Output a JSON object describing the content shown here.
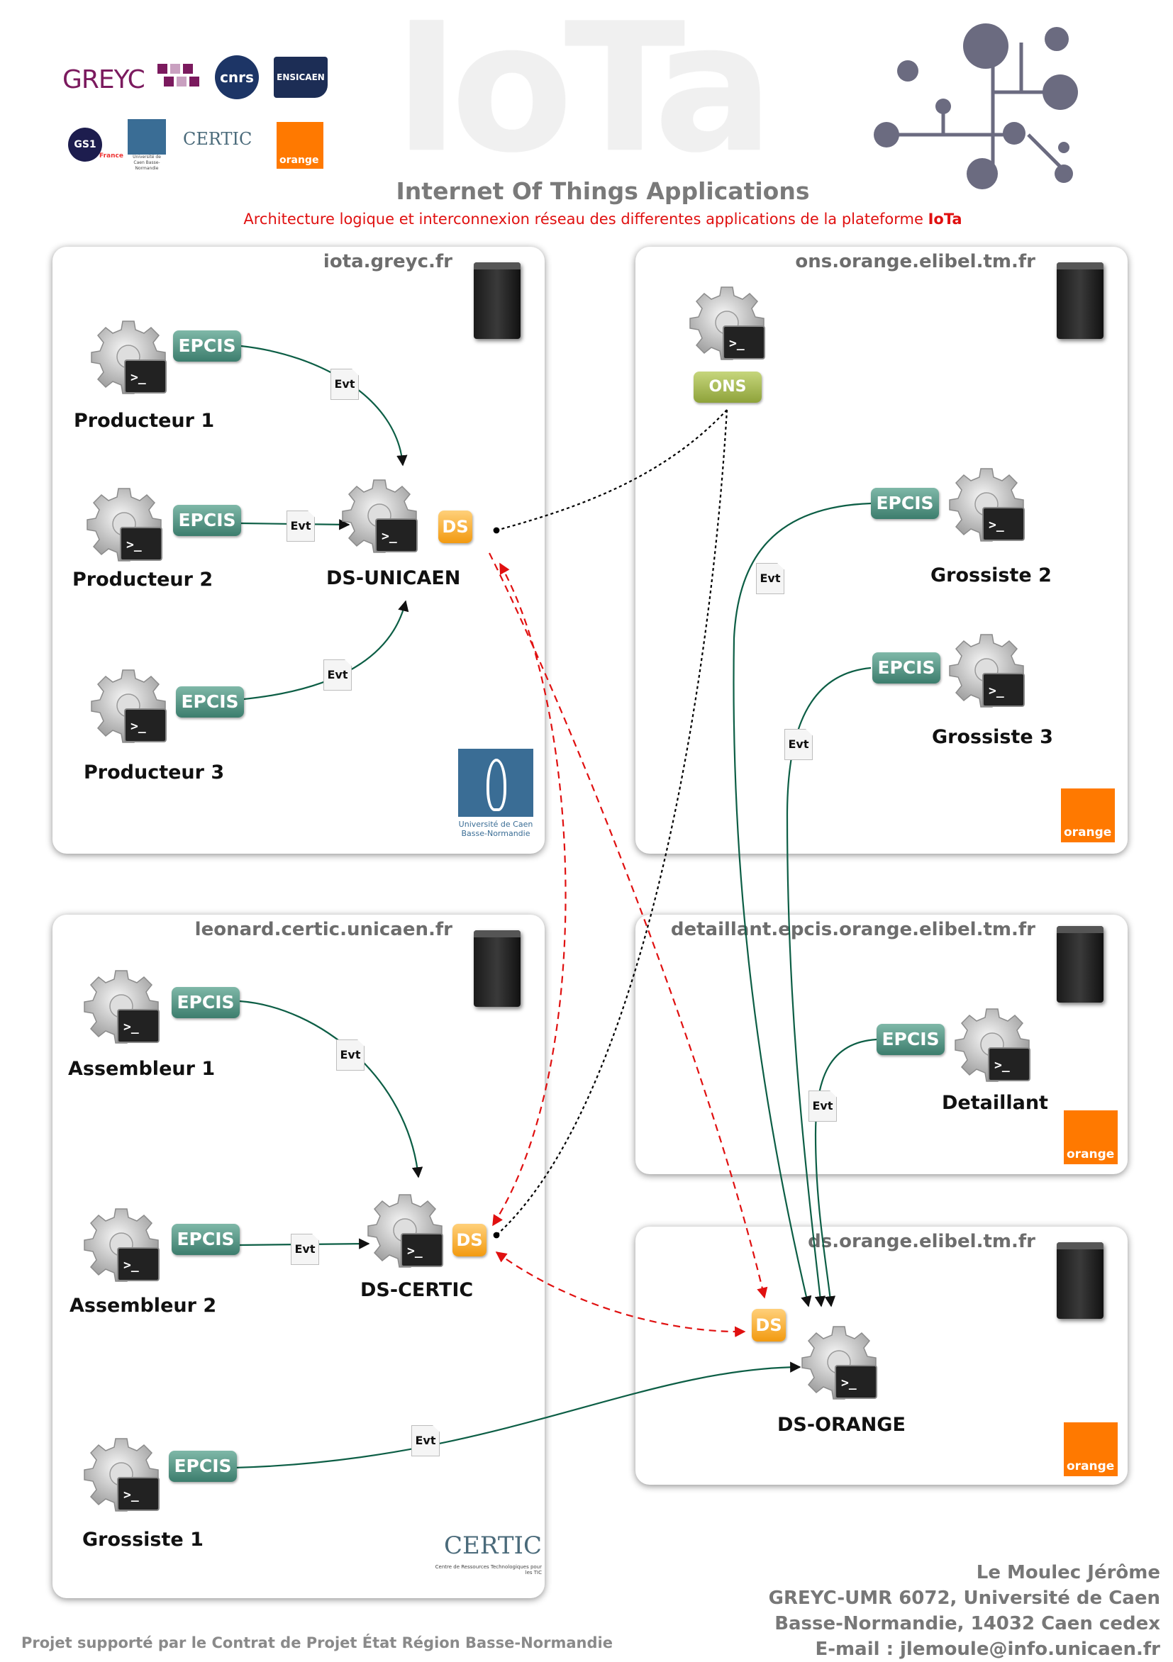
{
  "header": {
    "title": "IoTa",
    "subtitle": "Internet Of Things Applications",
    "caption_prefix": "Architecture logique et interconnexion réseau des differentes applications de la plateforme ",
    "caption_highlight": "IoTa"
  },
  "logos": {
    "greyc": "GREYC",
    "cnrs": "cnrs",
    "ensicaen": "ENSICAEN",
    "gs1": "GS1",
    "gs1_country": "France",
    "unicaen_small": "Université de Caen Basse-Normandie",
    "certic_small": "CERTIC",
    "orange": "orange"
  },
  "panels": {
    "iota": {
      "host": "iota.greyc.fr",
      "logo_line1": "Université de Caen",
      "logo_line2": "Basse-Normandie"
    },
    "ons": {
      "host": "ons.orange.elibel.tm.fr"
    },
    "leonard": {
      "host": "leonard.certic.unicaen.fr",
      "logo_text": "CERTIC",
      "logo_sub": "Centre de Ressources Technologiques pour les TIC"
    },
    "detaillant": {
      "host": "detaillant.epcis.orange.elibel.tm.fr"
    },
    "ds_orange": {
      "host": "ds.orange.elibel.tm.fr"
    }
  },
  "nodes": {
    "producteur1": "Producteur 1",
    "producteur2": "Producteur 2",
    "producteur3": "Producteur 3",
    "ds_unicaen": "DS-UNICAEN",
    "grossiste2": "Grossiste 2",
    "grossiste3": "Grossiste 3",
    "assembleur1": "Assembleur 1",
    "assembleur2": "Assembleur 2",
    "ds_certic": "DS-CERTIC",
    "grossiste1": "Grossiste 1",
    "detaillant": "Detaillant",
    "ds_orange": "DS-ORANGE"
  },
  "badges": {
    "epcis": "EPCIS",
    "ons": "ONS",
    "ds": "DS",
    "evt": "Evt"
  },
  "colors": {
    "flow": "#0c5e45",
    "ons_link": "#000000",
    "ds_link": "#e01010",
    "orange": "#ff7900"
  },
  "footer": {
    "left": "Projet supporté par le Contrat de Projet État Région Basse-Normandie",
    "author": "Le Moulec Jérôme",
    "lab": "GREYC-UMR 6072, Université de Caen",
    "address": "Basse-Normandie, 14032 Caen cedex",
    "email": "E-mail : jlemoule@info.unicaen.fr"
  }
}
